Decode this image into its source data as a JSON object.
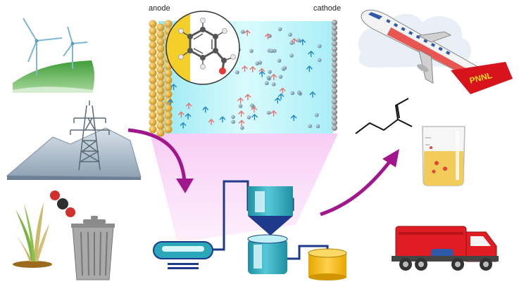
{
  "labels": {
    "anode": "anode",
    "cathode": "cathode",
    "airline_tail": "PNNL"
  },
  "icons": {
    "sources": [
      "wind-turbines-icon",
      "power-transmission-tower-icon",
      "plant-biomass-icon",
      "co2-molecule-icon",
      "trash-can-icon"
    ],
    "process": [
      "electrochemical-cell-icon",
      "reactor-tank-icon",
      "separator-column-icon",
      "product-drum-icon"
    ],
    "products": [
      "airplane-icon",
      "hydrocarbon-molecule-icon",
      "fuel-beaker-icon",
      "tanker-truck-icon"
    ]
  },
  "colors": {
    "flow_arrow": "#a1168c",
    "electrolyte": "#b8f3f8",
    "anode_particles": "#d49a1b",
    "cathode_particles": "#8f9094",
    "beam": "#f4c0f0",
    "equipment": "#2aa7b9",
    "pipes": "#1e3a8a",
    "airplane_tail": "#d7131b",
    "truck": "#e11d24"
  }
}
